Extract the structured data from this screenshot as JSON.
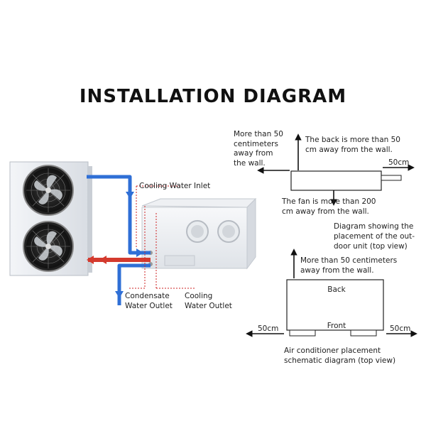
{
  "title": "INSTALLATION DIAGRAM",
  "left_diagram": {
    "labels": {
      "cooling_water_inlet": "Cooling Water Inlet",
      "condensate_outlet": [
        "Condensate",
        "Water Outlet"
      ],
      "cooling_water_outlet": [
        "Cooling",
        "Water Outlet"
      ]
    },
    "colors": {
      "inlet_pipe": "#2f6fd6",
      "outlet_pipe": "#d43a2e",
      "guide": "#cc2222"
    }
  },
  "top_view_outdoor": {
    "left_note": [
      "More than 50",
      "centimeters",
      "away from",
      "the wall."
    ],
    "back_note": [
      "The back is more than 50",
      "cm away from the wall."
    ],
    "right_distance": "50cm",
    "fan_note": [
      "The fan is more than 200",
      "cm away from the wall."
    ],
    "caption": [
      "Diagram showing the",
      "placement of the out-",
      "door unit (top view)"
    ]
  },
  "top_view_ac": {
    "top_note": [
      "More than 50 centimeters",
      "away from the wall."
    ],
    "back_label": "Back",
    "front_label": "Front",
    "left_distance": "50cm",
    "right_distance": "50cm",
    "caption": [
      "Air conditioner placement",
      "schematic diagram (top view)"
    ]
  }
}
